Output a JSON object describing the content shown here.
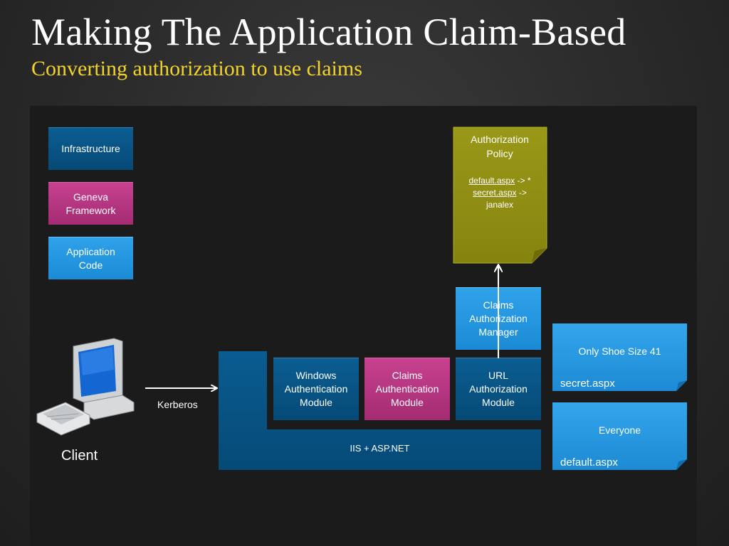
{
  "title": "Making The Application Claim-Based",
  "subtitle": "Converting authorization to use claims",
  "legend": {
    "infrastructure": "Infrastructure",
    "geneva": "Geneva Framework",
    "application": "Application Code"
  },
  "policy": {
    "title": "Authorization Policy",
    "rule1_page": "default.aspx",
    "rule1_value": " -> *",
    "rule2_page": "secret.aspx",
    "rule2_value": " ->",
    "rule2_user": "janalex"
  },
  "modules": {
    "claims_manager": "Claims Authorization Manager",
    "windows_auth": "Windows Authentication Module",
    "claims_auth": "Claims Authentication Module",
    "url_auth": "URL Authorization Module",
    "iis": "IIS + ASP.NET"
  },
  "client": {
    "label": "Client",
    "protocol": "Kerberos"
  },
  "pages": {
    "secret_rule": "Only Shoe Size 41",
    "secret_file": "secret.aspx",
    "default_rule": "Everyone",
    "default_file": "default.aspx"
  },
  "colors": {
    "infrastructure": "#0b5d92",
    "geneva": "#c84190",
    "application": "#2fa2ea",
    "policy": "#8f8d14",
    "subtitle": "#f2d32b"
  }
}
